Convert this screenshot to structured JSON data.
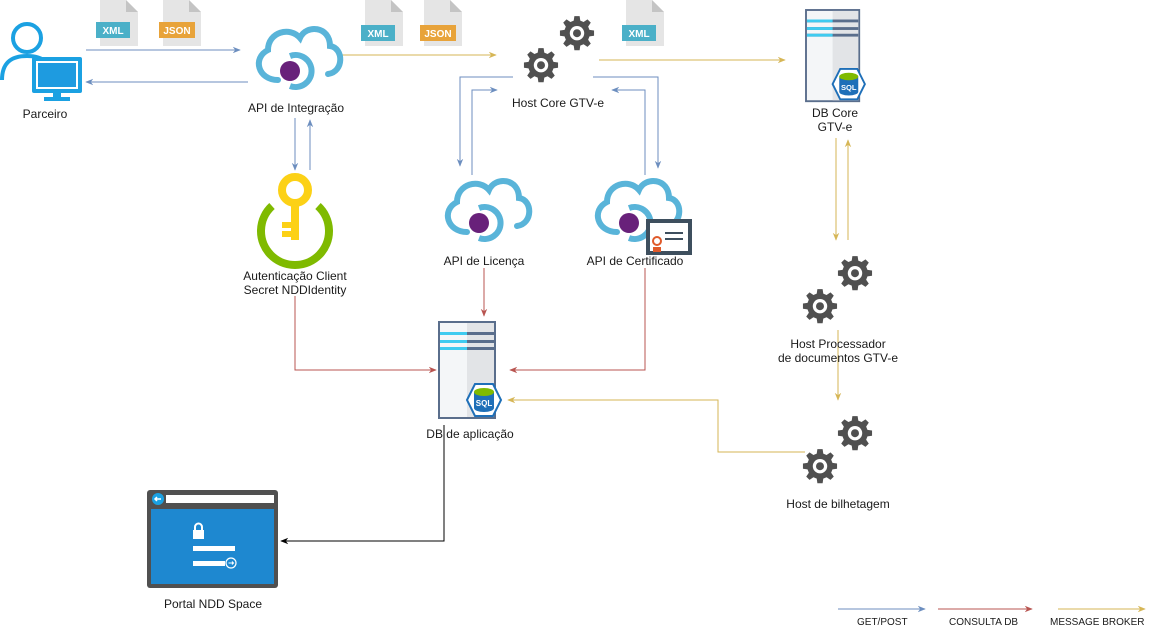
{
  "colors": {
    "get_post": "#6c8ebf",
    "consulta_db": "#b85450",
    "message_broker": "#d6b656",
    "portal_line": "#000000",
    "cloud": "#59b4d9",
    "cloud_dot": "#68217a",
    "gear": "#505050",
    "xml_badge": "#4bb0c8",
    "json_badge": "#e8a33a",
    "key": "#fcd116",
    "key_ring": "#7fba00",
    "portal_blue": "#1e88d0",
    "server_border": "#5a6e8c",
    "server_stripe": "#3fcbf0",
    "sql_blue": "#1e6fb8",
    "sql_top": "#7fba00"
  },
  "nodes": {
    "parceiro": {
      "label": "Parceiro",
      "icon": "user-computer-icon"
    },
    "api_integracao": {
      "label": "API de Integração",
      "icon": "api-cloud-icon"
    },
    "host_core": {
      "label": "Host Core GTV-e",
      "icon": "gears-icon"
    },
    "db_core": {
      "label_line1": "DB Core",
      "label_line2": "GTV-e",
      "icon": "sql-server-icon"
    },
    "autenticacao": {
      "label_line1": "Autenticação Client",
      "label_line2": "Secret NDDIdentity",
      "icon": "key-icon"
    },
    "api_licenca": {
      "label": "API de Licença",
      "icon": "api-cloud-icon"
    },
    "api_certificado": {
      "label": "API de Certificado",
      "icon": "api-cloud-certificate-icon"
    },
    "db_aplicacao": {
      "label": "DB de aplicação",
      "icon": "sql-server-icon"
    },
    "host_processador": {
      "label_line1": "Host Processador",
      "label_line2": "de documentos GTV-e",
      "icon": "gears-icon"
    },
    "host_bilhetagem": {
      "label": "Host de bilhetagem",
      "icon": "gears-icon"
    },
    "portal": {
      "label": "Portal NDD Space",
      "icon": "web-login-portal-icon"
    }
  },
  "file_badges": [
    {
      "text": "XML",
      "kind": "xml"
    },
    {
      "text": "JSON",
      "kind": "json"
    },
    {
      "text": "XML",
      "kind": "xml"
    },
    {
      "text": "JSON",
      "kind": "json"
    },
    {
      "text": "XML",
      "kind": "xml"
    }
  ],
  "legend": [
    {
      "label": "GET/POST",
      "type": "get_post"
    },
    {
      "label": "CONSULTA DB",
      "type": "consulta_db"
    },
    {
      "label": "MESSAGE BROKER",
      "type": "message_broker"
    }
  ]
}
